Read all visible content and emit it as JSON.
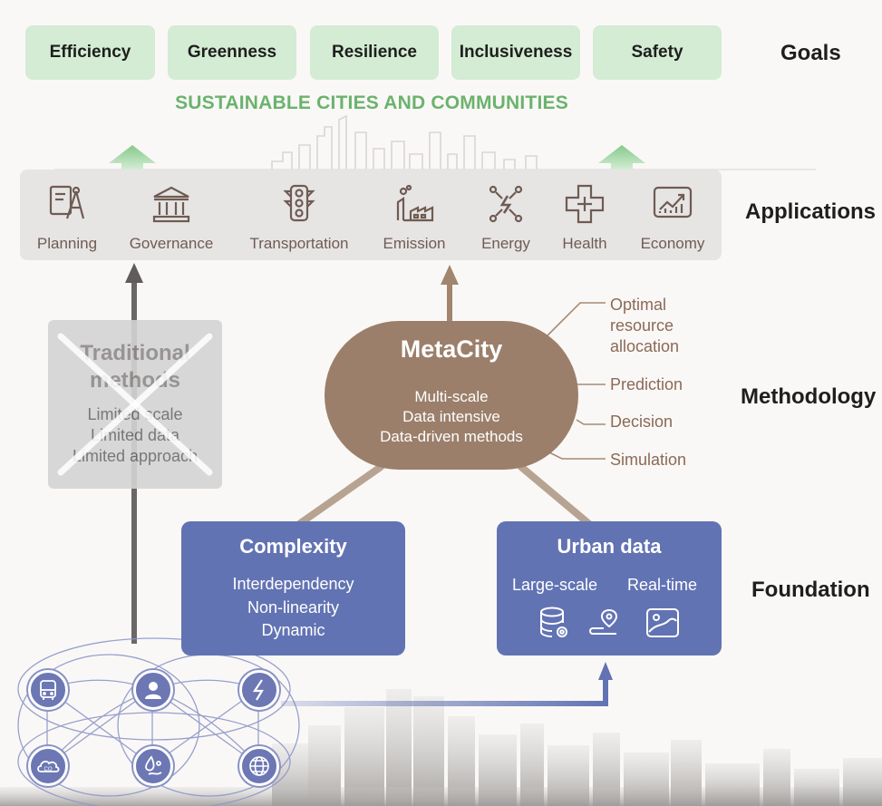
{
  "goals": {
    "layer_label": "Goals",
    "items": [
      "Efficiency",
      "Greenness",
      "Resilience",
      "Inclusiveness",
      "Safety"
    ],
    "sdg_title": "SUSTAINABLE CITIES AND COMMUNITIES"
  },
  "applications": {
    "layer_label": "Applications",
    "items": [
      {
        "label": "Planning",
        "icon": "planning-icon"
      },
      {
        "label": "Governance",
        "icon": "governance-icon"
      },
      {
        "label": "Transportation",
        "icon": "traffic-light-icon"
      },
      {
        "label": "Emission",
        "icon": "factory-icon"
      },
      {
        "label": "Energy",
        "icon": "energy-icon"
      },
      {
        "label": "Health",
        "icon": "medical-cross-icon"
      },
      {
        "label": "Economy",
        "icon": "growth-chart-icon"
      }
    ]
  },
  "methodology": {
    "layer_label": "Methodology",
    "traditional": {
      "title_line1": "Traditional",
      "title_line2": "methods",
      "lines": [
        "Limited scale",
        "Limited data",
        "Limited approach"
      ]
    },
    "metacity": {
      "title": "MetaCity",
      "lines": [
        "Multi-scale",
        "Data intensive",
        "Data-driven methods"
      ]
    },
    "annotations": {
      "optimal_line1": "Optimal",
      "optimal_line2": "resource",
      "optimal_line3": "allocation",
      "prediction": "Prediction",
      "decision": "Decision",
      "simulation": "Simulation"
    }
  },
  "foundation": {
    "layer_label": "Foundation",
    "complexity": {
      "title": "Complexity",
      "lines": [
        "Interdependency",
        "Non-linearity",
        "Dynamic"
      ]
    },
    "urban_data": {
      "title": "Urban data",
      "large_scale": "Large-scale",
      "real_time": "Real-time",
      "icons": [
        "database-icon",
        "route-pin-icon",
        "image-icon"
      ]
    }
  },
  "network_nodes": [
    "bus-icon",
    "person-icon",
    "lightning-icon",
    "co2-cloud-icon",
    "water-drop-icon",
    "globe-icon"
  ],
  "colors": {
    "goal_fill": "#d3ecd3",
    "sdg_green": "#6ab36e",
    "metacity_brown": "#9b7f6b",
    "foundation_blue": "#6273b3",
    "app_panel": "#e7e4e4"
  }
}
